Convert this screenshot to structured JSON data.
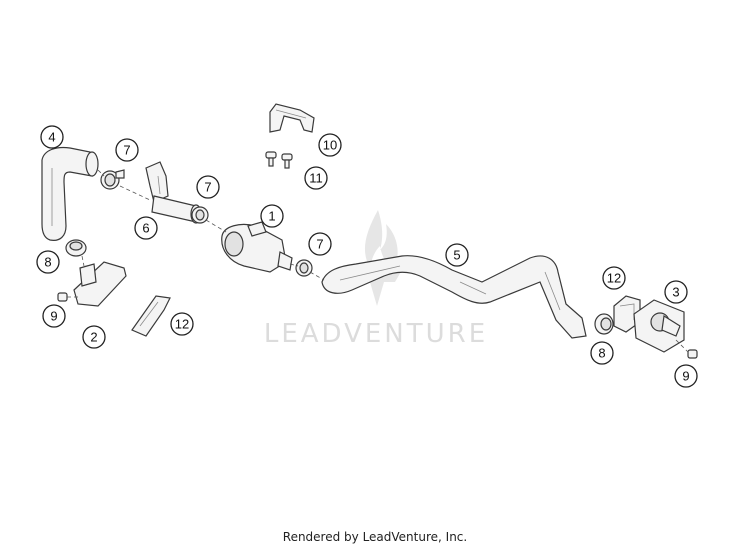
{
  "watermark": {
    "text": "LEADVENTURE"
  },
  "footer": {
    "text": "Rendered by LeadVenture, Inc."
  },
  "callouts": {
    "c1": "1",
    "c2": "2",
    "c3": "3",
    "c4": "4",
    "c5": "5",
    "c6": "6",
    "c7a": "7",
    "c7b": "7",
    "c7c": "7",
    "c8a": "8",
    "c8b": "8",
    "c9a": "9",
    "c9b": "9",
    "c10": "10",
    "c11": "11",
    "c12a": "12",
    "c12b": "12"
  }
}
